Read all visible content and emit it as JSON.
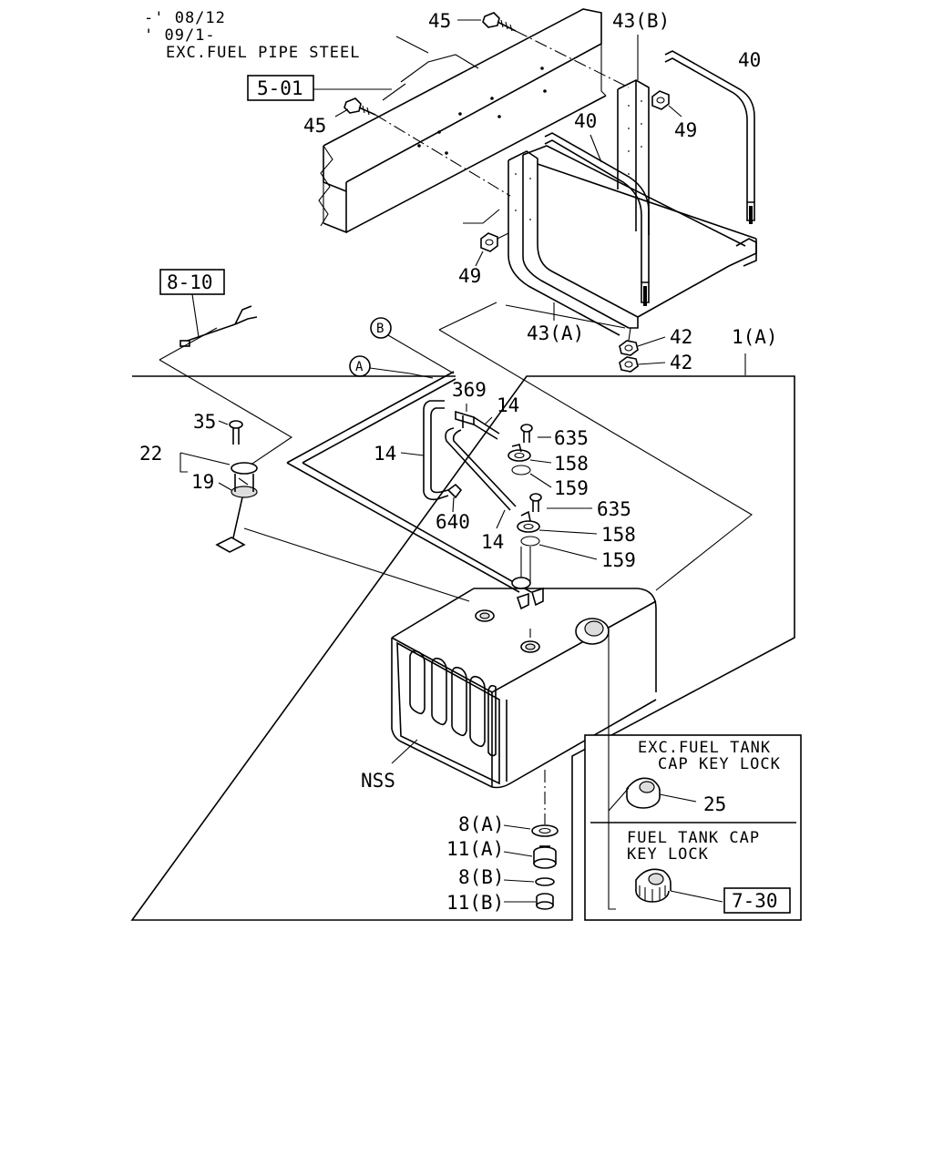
{
  "notes": {
    "date_line1": "-' 08/12",
    "date_line2": "' 09/1-",
    "exc_fuel_pipe": "EXC.FUEL PIPE STEEL",
    "inset_top_line1": "EXC.FUEL TANK",
    "inset_top_line2": "CAP KEY LOCK",
    "inset_bottom_line1": "FUEL TANK CAP",
    "inset_bottom_line2": "KEY LOCK"
  },
  "refs": {
    "r501": "5-01",
    "r810": "8-10",
    "r730": "7-30"
  },
  "circles": {
    "a": "A",
    "b": "B"
  },
  "labels": {
    "p45_top": "45",
    "p45_left": "45",
    "p43b": "43(B)",
    "p40_right": "40",
    "p40_mid": "40",
    "p49_right": "49",
    "p49_left": "49",
    "p43a": "43(A)",
    "p42_a": "42",
    "p42_b": "42",
    "p1a": "1(A)",
    "p369": "369",
    "p14_top": "14",
    "p14_left": "14",
    "p14_bottom": "14",
    "p635_a": "635",
    "p158_a": "158",
    "p159_a": "159",
    "p635_b": "635",
    "p158_b": "158",
    "p159_b": "159",
    "p640": "640",
    "p35": "35",
    "p22": "22",
    "p19": "19",
    "nss": "NSS",
    "p8a": "8(A)",
    "p11a": "11(A)",
    "p8b": "8(B)",
    "p11b": "11(B)",
    "p25": "25"
  }
}
